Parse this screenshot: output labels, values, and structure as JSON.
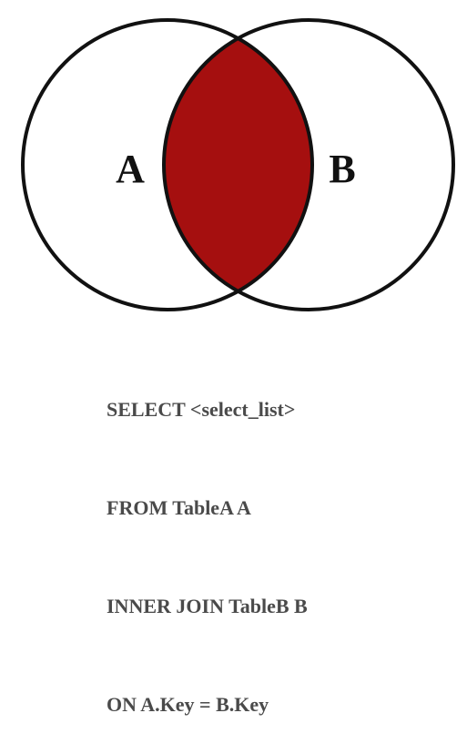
{
  "diagram": {
    "type": "venn",
    "sets": [
      {
        "id": "A",
        "label": "A"
      },
      {
        "id": "B",
        "label": "B"
      }
    ],
    "highlighted_region": "A ∩ B",
    "colors": {
      "intersection_fill": "#a50f0f",
      "circle_stroke": "#111111",
      "circle_fill": "#ffffff"
    }
  },
  "sql": {
    "lines": [
      "SELECT <select_list>",
      "FROM TableA A",
      "INNER JOIN TableB B",
      "ON A.Key = B.Key"
    ]
  }
}
